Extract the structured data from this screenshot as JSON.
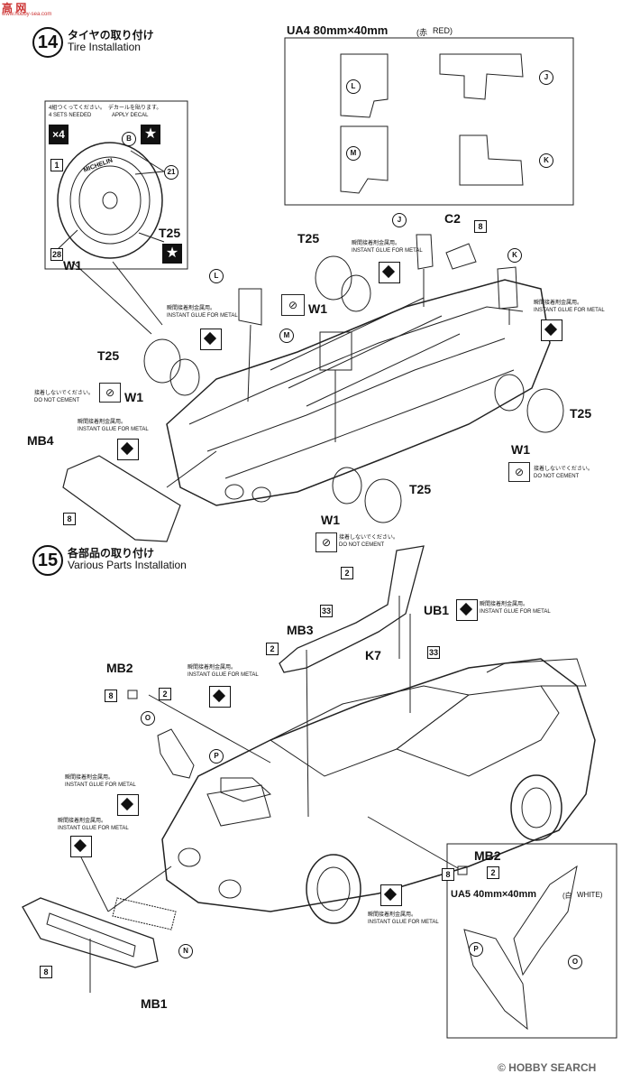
{
  "watermark_top": "高 网",
  "watermark_top_url": "www.hobby-sea.com",
  "step14": {
    "number": "14",
    "title_jp": "タイヤの取り付け",
    "title_en": "Tire Installation"
  },
  "step15": {
    "number": "15",
    "title_jp": "各部品の取り付け",
    "title_en": "Various Parts Installation"
  },
  "ua4": {
    "title": "UA4  80mm×40mm",
    "color_jp": "(赤",
    "color_en": "RED)",
    "parts": [
      "L",
      "J",
      "M",
      "K"
    ]
  },
  "tire_detail": {
    "sets_jp": "4組つくってください。",
    "sets_en": "4 SETS NEEDED",
    "decal_jp": "デカールを貼ります。",
    "decal_en": "APPLY DECAL",
    "multiplier": "×4",
    "part_b": "B",
    "num_1": "1",
    "num_21": "21",
    "num_28": "28",
    "t25": "T25",
    "w1": "W1",
    "tire_text": "MICHELIN"
  },
  "notes": {
    "glue_jp": "瞬間接着剤金属用。",
    "glue_en": "INSTANT GLUE FOR METAL",
    "nocement_jp": "接着しないでください。",
    "nocement_en": "DO NOT CEMENT"
  },
  "labels14": {
    "t25_a": "T25",
    "w1_a": "W1",
    "t25_b": "T25",
    "w1_b": "W1",
    "t25_c": "T25",
    "w1_c": "W1",
    "t25_d": "T25",
    "w1_d": "W1",
    "c2": "C2",
    "num8_c2": "8",
    "part_j": "J",
    "part_k": "K",
    "part_l": "L",
    "part_m": "M",
    "mb4": "MB4",
    "num8_mb4": "8"
  },
  "labels15": {
    "ub1": "UB1",
    "mb3": "MB3",
    "num2_mb3": "2",
    "num2_top": "2",
    "num33_a": "33",
    "k7": "K7",
    "num33_b": "33",
    "mb2_a": "MB2",
    "num8_mb2a": "8",
    "num2_mb2a": "2",
    "part_o": "O",
    "part_p": "P",
    "part_n": "N",
    "mb2_b": "MB2",
    "num8_mb2b": "8",
    "num2_mb2b": "2",
    "mb1": "MB1",
    "num8_mb1": "8"
  },
  "ua5": {
    "title": "UA5  40mm×40mm",
    "color_jp": "(白",
    "color_en": "WHITE)",
    "parts": [
      "P",
      "O"
    ]
  },
  "watermark_bottom": "© HOBBY SEARCH"
}
